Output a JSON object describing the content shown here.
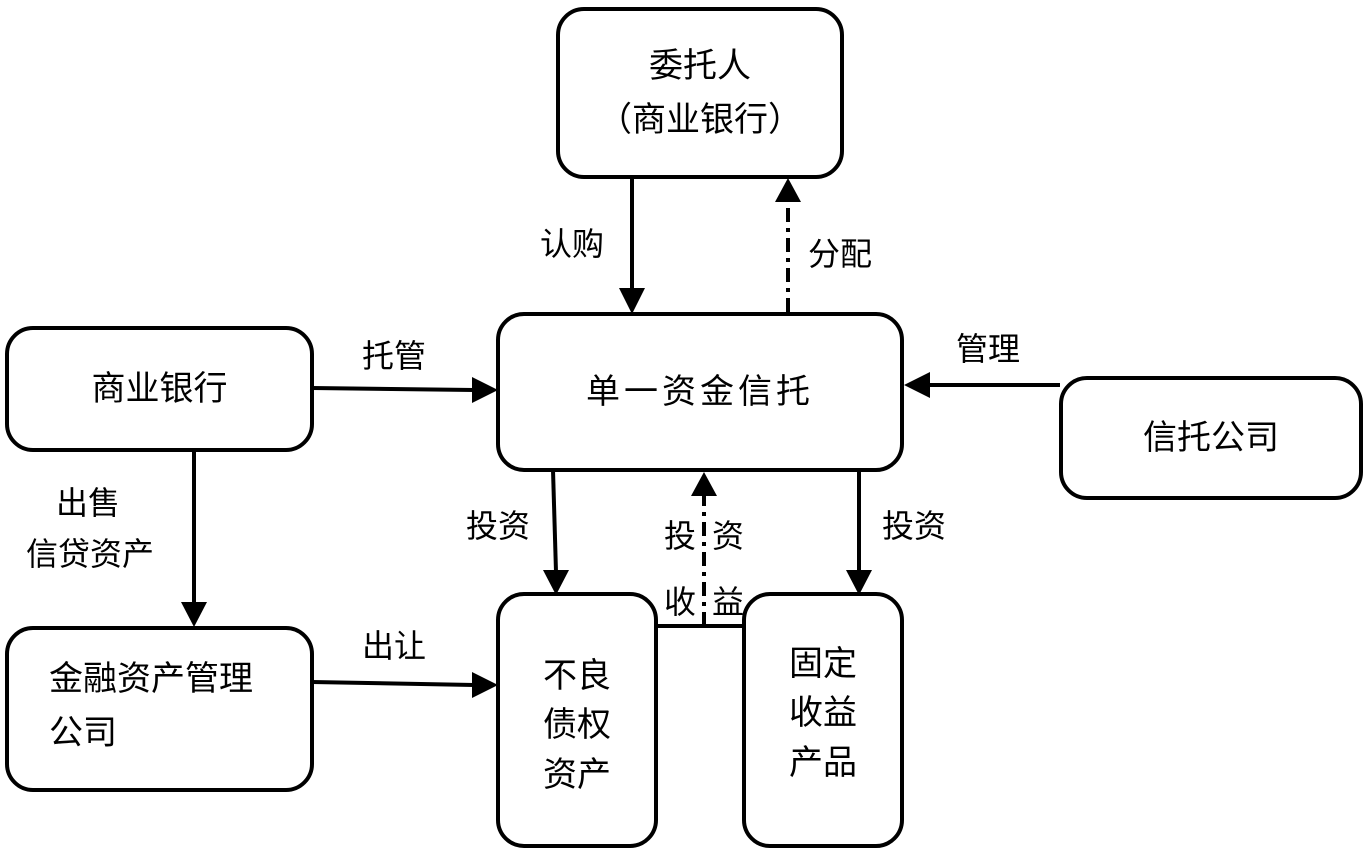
{
  "diagram": {
    "type": "flowchart",
    "nodes": {
      "trustor": {
        "lines": [
          "委托人",
          "（商业银行）"
        ]
      },
      "commercial_bank": {
        "lines": [
          "商业银行"
        ]
      },
      "single_trust": {
        "lines": [
          "单一资金信托"
        ]
      },
      "trust_company": {
        "lines": [
          "信托公司"
        ]
      },
      "amc": {
        "lines": [
          "金融资产管理",
          "公司"
        ]
      },
      "npl_assets": {
        "lines": [
          "不良",
          "债权",
          "资产"
        ]
      },
      "fixed_income": {
        "lines": [
          "固定",
          "收益",
          "产品"
        ]
      }
    },
    "edges": {
      "subscribe": {
        "label": "认购",
        "from": "trustor",
        "to": "single_trust",
        "style": "solid"
      },
      "distribute": {
        "label": "分配",
        "from": "single_trust",
        "to": "trustor",
        "style": "dash-dot"
      },
      "custody": {
        "label": "托管",
        "from": "commercial_bank",
        "to": "single_trust",
        "style": "solid"
      },
      "manage": {
        "label": "管理",
        "from": "trust_company",
        "to": "single_trust",
        "style": "solid"
      },
      "sell_credit": {
        "label_lines": [
          "出售",
          "信贷资产"
        ],
        "from": "commercial_bank",
        "to": "amc",
        "style": "solid"
      },
      "transfer": {
        "label": "出让",
        "from": "amc",
        "to": "npl_assets",
        "style": "solid"
      },
      "invest_npl": {
        "label": "投资",
        "from": "single_trust",
        "to": "npl_assets",
        "style": "solid"
      },
      "invest_fixed": {
        "label": "投资",
        "from": "single_trust",
        "to": "fixed_income",
        "style": "solid"
      },
      "returns": {
        "label_left": [
          "投",
          "收"
        ],
        "label_right": [
          "资",
          "益"
        ],
        "from": [
          "npl_assets",
          "fixed_income"
        ],
        "to": "single_trust",
        "style": "dash-dot"
      }
    }
  }
}
